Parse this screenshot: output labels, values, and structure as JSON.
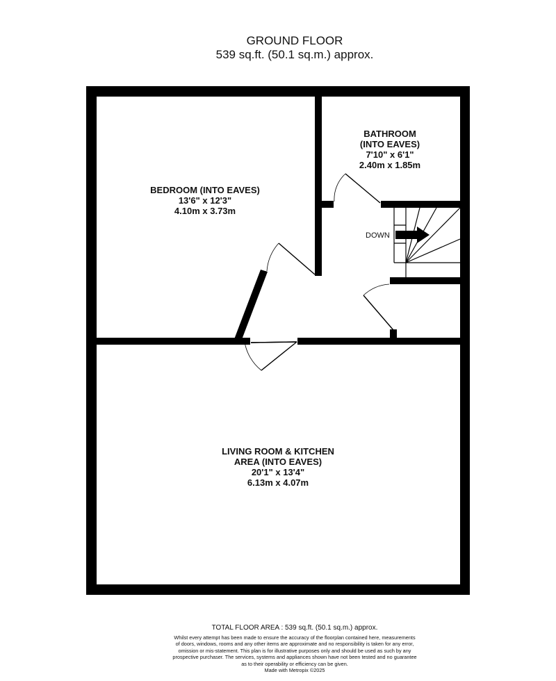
{
  "header": {
    "title": "GROUND FLOOR",
    "area": "539 sq.ft. (50.1 sq.m.) approx."
  },
  "rooms": {
    "bedroom": {
      "name": "BEDROOM (INTO EAVES)",
      "imperial": "13'6\"  x 12'3\"",
      "metric": "4.10m  x 3.73m"
    },
    "bathroom": {
      "name_line1": "BATHROOM",
      "name_line2": "(INTO EAVES)",
      "imperial": "7'10\"  x 6'1\"",
      "metric": "2.40m  x 1.85m"
    },
    "living": {
      "name_line1": "LIVING ROOM & KITCHEN",
      "name_line2": "AREA (INTO EAVES)",
      "imperial": "20'1\"  x 13'4\"",
      "metric": "6.13m  x 4.07m"
    }
  },
  "stairs": {
    "label": "DOWN"
  },
  "footer": {
    "total": "TOTAL FLOOR AREA : 539 sq.ft. (50.1 sq.m.) approx.",
    "disclaimer": [
      "Whilst every attempt has been made to ensure the accuracy of the floorplan contained here, measurements",
      "of doors, windows, rooms and any other items are approximate and no responsibility is taken for any error,",
      "omission or mis-statement. This plan is for illustrative purposes only and should be used as such by any",
      "prospective purchaser. The services, systems and appliances shown have not been tested and no guarantee",
      "as to their operability or efficiency can be given.",
      "Made with Metropix ©2025"
    ]
  }
}
